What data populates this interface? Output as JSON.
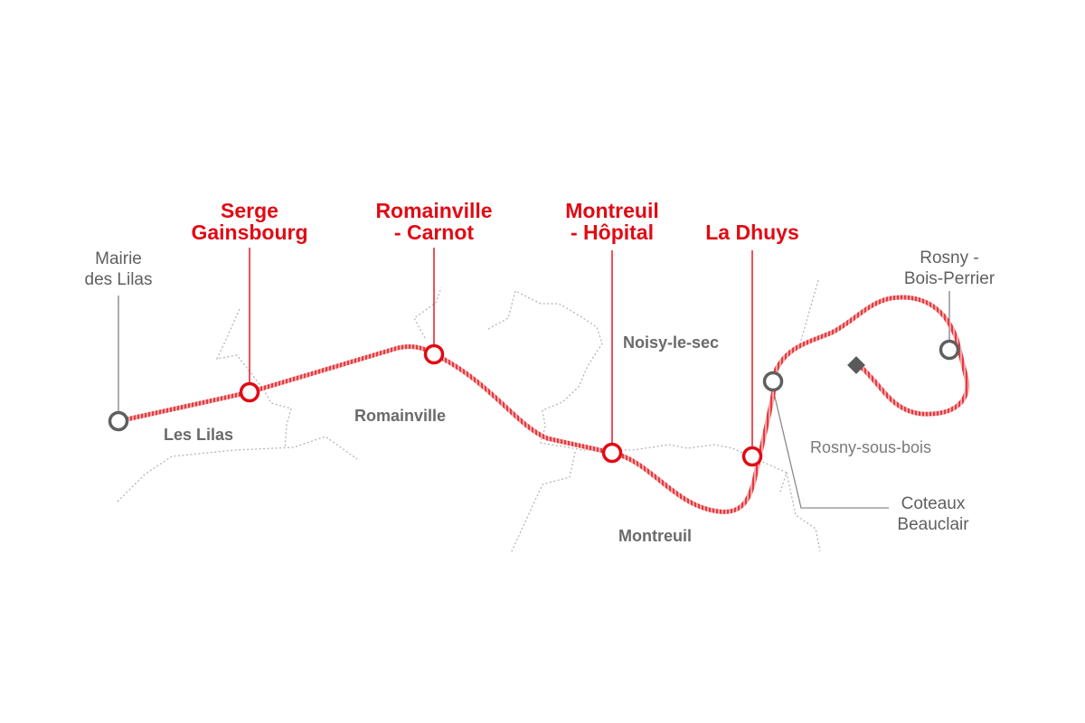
{
  "colors": {
    "new_station": "#e10a14",
    "existing_station": "#5f5f5f",
    "line": "#e53b3f",
    "boundary": "#b5b5b5",
    "town_label": "#6a6a6a"
  },
  "stations": {
    "mairie_des_lilas": {
      "lines": [
        "Mairie",
        "des Lilas"
      ],
      "status": "existing"
    },
    "serge_gainsbourg": {
      "lines": [
        "Serge",
        "Gainsbourg"
      ],
      "status": "new"
    },
    "romainville_carnot": {
      "lines": [
        "Romainville",
        "- Carnot"
      ],
      "status": "new"
    },
    "montreuil_hopital": {
      "lines": [
        "Montreuil",
        "- Hôpital"
      ],
      "status": "new"
    },
    "la_dhuys": {
      "lines": [
        "La Dhuys"
      ],
      "status": "new"
    },
    "rosny_bois_perrier": {
      "lines": [
        "Rosny -",
        "Bois-Perrier"
      ],
      "status": "existing"
    },
    "coteaux_beauclair": {
      "lines": [
        "Coteaux",
        "Beauclair"
      ],
      "status": "existing"
    }
  },
  "towns": {
    "les_lilas": "Les Lilas",
    "romainville": "Romainville",
    "noisy_le_sec": "Noisy-le-sec",
    "montreuil": "Montreuil",
    "rosny_sous_bois": "Rosny-sous-bois"
  },
  "icons": {
    "terminus": "square-depot-icon"
  }
}
